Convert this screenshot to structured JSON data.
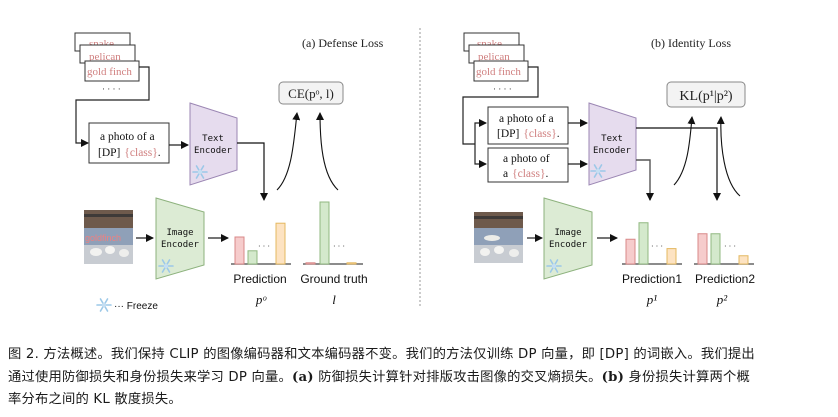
{
  "panel_a": {
    "title": "(a) Defense Loss",
    "class_cards": [
      "snake",
      "pelican",
      "gold finch"
    ],
    "ellipsis": "· · · ·",
    "prompt_line1": "a photo of a",
    "prompt_dp": "[DP]",
    "prompt_class": "{class}",
    "prompt_period": ".",
    "text_encoder": [
      "Text",
      "Encoder"
    ],
    "image_encoder": [
      "Image",
      "Encoder"
    ],
    "image_overlay_text": "goldfinch",
    "loss_formula": "CE(pᵒ, l)",
    "prediction_label": "Prediction",
    "prediction_symbol": "pᵒ",
    "ground_truth_label": "Ground truth",
    "ground_truth_symbol": "l",
    "bars_ellipsis": "· · ·",
    "prediction_bars": [
      0.45,
      0.22,
      0.68
    ],
    "ground_truth_bars": [
      0.0,
      1.0,
      0.0
    ]
  },
  "panel_b": {
    "title": "(b) Identity Loss",
    "class_cards": [
      "snake",
      "pelican",
      "gold finch"
    ],
    "ellipsis": "· · · ·",
    "prompt1_line1": "a photo of a",
    "prompt1_dp": "[DP]",
    "prompt1_class": "{class}",
    "prompt_period": ".",
    "prompt2_line1": "a photo of",
    "prompt2_a": "a",
    "prompt2_class": "{class}",
    "text_encoder": [
      "Text",
      "Encoder"
    ],
    "image_encoder": [
      "Image",
      "Encoder"
    ],
    "loss_formula": "KL(p¹|p²)",
    "prediction1_label": "Prediction1",
    "prediction1_symbol": "p¹",
    "prediction2_label": "Prediction2",
    "prediction2_symbol": "p²",
    "bars_ellipsis": "· · ·",
    "prediction1_bars": [
      0.45,
      0.75,
      0.28
    ],
    "prediction2_bars": [
      0.55,
      0.55,
      0.15
    ]
  },
  "legend": {
    "freeze_icon": "snowflake-icon",
    "freeze_label": "··· Freeze"
  },
  "colors": {
    "class_text": "#d08080",
    "text_encoder_fill": "#e6dcee",
    "text_encoder_stroke": "#9b86b3",
    "image_encoder_fill": "#dcebd4",
    "image_encoder_stroke": "#8db27d",
    "bar_red_fill": "#f6cccc",
    "bar_red_stroke": "#d88888",
    "bar_green_fill": "#d4e9cc",
    "bar_green_stroke": "#90b880",
    "bar_yellow_fill": "#fde3c2",
    "bar_yellow_stroke": "#e4b860",
    "snowflake": "#9cc8e8"
  },
  "caption": {
    "line1": "图 2. 方法概述。我们保持 CLIP 的图像编码器和文本编码器不变。我们的方法仅训练 DP 向量，即 [DP] 的词嵌入。我们提出",
    "line2_pre": "通过使用防御损失和身份损失来学习 DP 向量。",
    "line2_a": "(a)",
    "line2_mid": " 防御损失计算针对排版攻击图像的交叉熵损失。",
    "line2_b": "(b)",
    "line2_post": " 身份损失计算两个概",
    "line3": "率分布之间的 KL 散度损失。"
  }
}
